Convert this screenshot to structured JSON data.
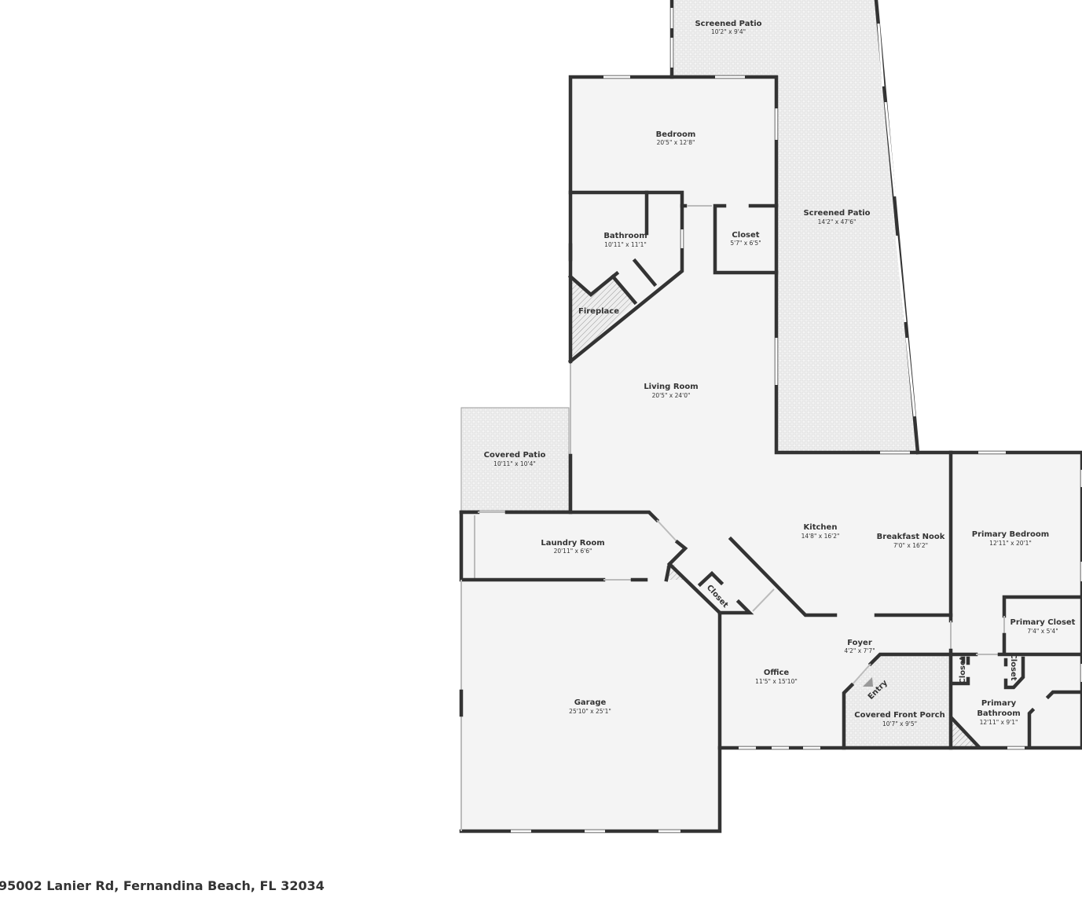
{
  "address": "95002 Lanier Rd, Fernandina Beach, FL 32034",
  "colors": {
    "wall": "#333333",
    "floor": "#f4f4f4",
    "patio_tile": "#e0e0e0"
  },
  "rooms": {
    "screened_patio_top": {
      "name": "Screened Patio",
      "dims": "10'2\" x 9'4\""
    },
    "screened_patio": {
      "name": "Screened Patio",
      "dims": "14'2\" x 47'6\""
    },
    "bedroom": {
      "name": "Bedroom",
      "dims": "20'5\" x 12'8\""
    },
    "bathroom": {
      "name": "Bathroom",
      "dims": "10'11\" x 11'1\""
    },
    "closet": {
      "name": "Closet",
      "dims": "5'7\" x 6'5\""
    },
    "fireplace": {
      "name": "Fireplace"
    },
    "living_room": {
      "name": "Living Room",
      "dims": "20'5\" x 24'0\""
    },
    "covered_patio": {
      "name": "Covered Patio",
      "dims": "10'11\" x 10'4\""
    },
    "laundry_room": {
      "name": "Laundry Room",
      "dims": "20'11\" x 6'6\""
    },
    "hall_closet": {
      "name": "Closet"
    },
    "kitchen": {
      "name": "Kitchen",
      "dims": "14'8\" x 16'2\""
    },
    "breakfast_nook": {
      "name": "Breakfast Nook",
      "dims": "7'0\" x 16'2\""
    },
    "primary_bedroom": {
      "name": "Primary Bedroom",
      "dims": "12'11\" x 20'1\""
    },
    "primary_closet": {
      "name": "Primary Closet",
      "dims": "7'4\" x 5'4\""
    },
    "foyer": {
      "name": "Foyer",
      "dims": "4'2\" x 7'7\""
    },
    "office": {
      "name": "Office",
      "dims": "11'5\" x 15'10\""
    },
    "garage": {
      "name": "Garage",
      "dims": "25'10\" x 25'1\""
    },
    "entry": {
      "name": "Entry"
    },
    "covered_front_porch": {
      "name": "Covered Front Porch",
      "dims": "10'7\" x 9'5\""
    },
    "bath_closet_left": {
      "name": "Closet"
    },
    "bath_closet_right": {
      "name": "Closet"
    },
    "primary_bathroom": {
      "name_line1": "Primary",
      "name_line2": "Bathroom",
      "dims": "12'11\" x 9'1\""
    }
  }
}
